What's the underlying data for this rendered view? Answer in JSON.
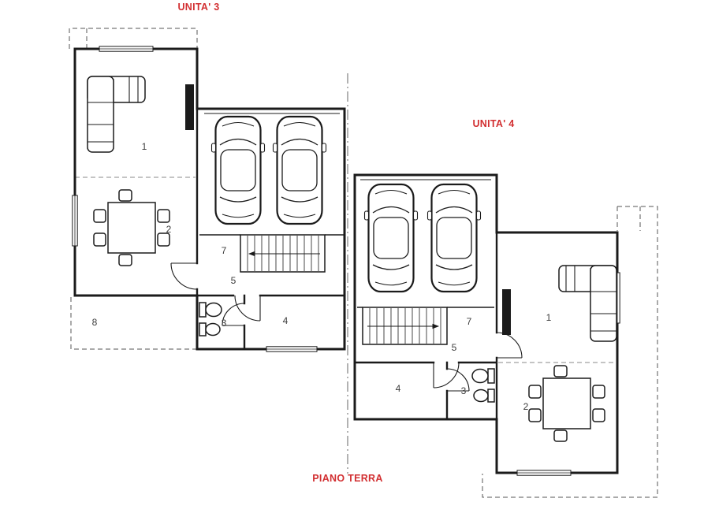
{
  "captions": {
    "unit3": "UNITA' 3",
    "unit4": "UNITA' 4",
    "floor": "PIANO TERRA"
  },
  "colors": {
    "label_red": "#d22f31",
    "room_number": "#3c3c3c",
    "wall": "#1b1b1b",
    "background": "#ffffff"
  },
  "unit3": {
    "rooms": {
      "living": "1",
      "dining": "2",
      "bathroom": "3",
      "room": "4",
      "hallway": "5",
      "stairs": "7",
      "terrace": "8"
    }
  },
  "unit4": {
    "rooms": {
      "living": "1",
      "dining": "2",
      "bathroom": "3",
      "room": "4",
      "hallway": "5",
      "stairs": "7"
    }
  }
}
